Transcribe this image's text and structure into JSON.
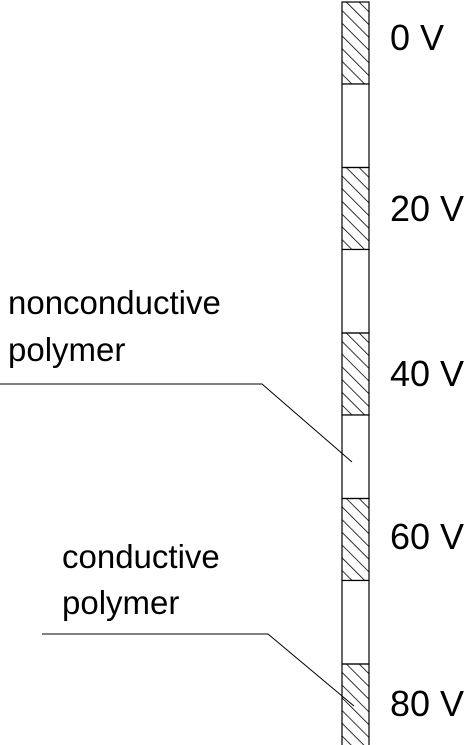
{
  "colors": {
    "stroke": "#000000",
    "hatch": "#000000",
    "background": "#ffffff"
  },
  "segments": [
    {
      "material": "conductive polymer",
      "voltage": "0 V"
    },
    {
      "material": "nonconductive polymer"
    },
    {
      "material": "conductive polymer",
      "voltage": "20 V"
    },
    {
      "material": "nonconductive polymer"
    },
    {
      "material": "conductive polymer",
      "voltage": "40 V"
    },
    {
      "material": "nonconductive polymer"
    },
    {
      "material": "conductive polymer",
      "voltage": "60 V"
    },
    {
      "material": "nonconductive polymer"
    },
    {
      "material": "conductive polymer",
      "voltage": "80 V"
    }
  ],
  "labels": {
    "voltages": [
      "0 V",
      "20 V",
      "40 V",
      "60 V",
      "80 V"
    ],
    "nonconductive": {
      "line1": "nonconductive",
      "line2": "polymer"
    },
    "conductive": {
      "line1": "conductive",
      "line2": "polymer"
    }
  }
}
